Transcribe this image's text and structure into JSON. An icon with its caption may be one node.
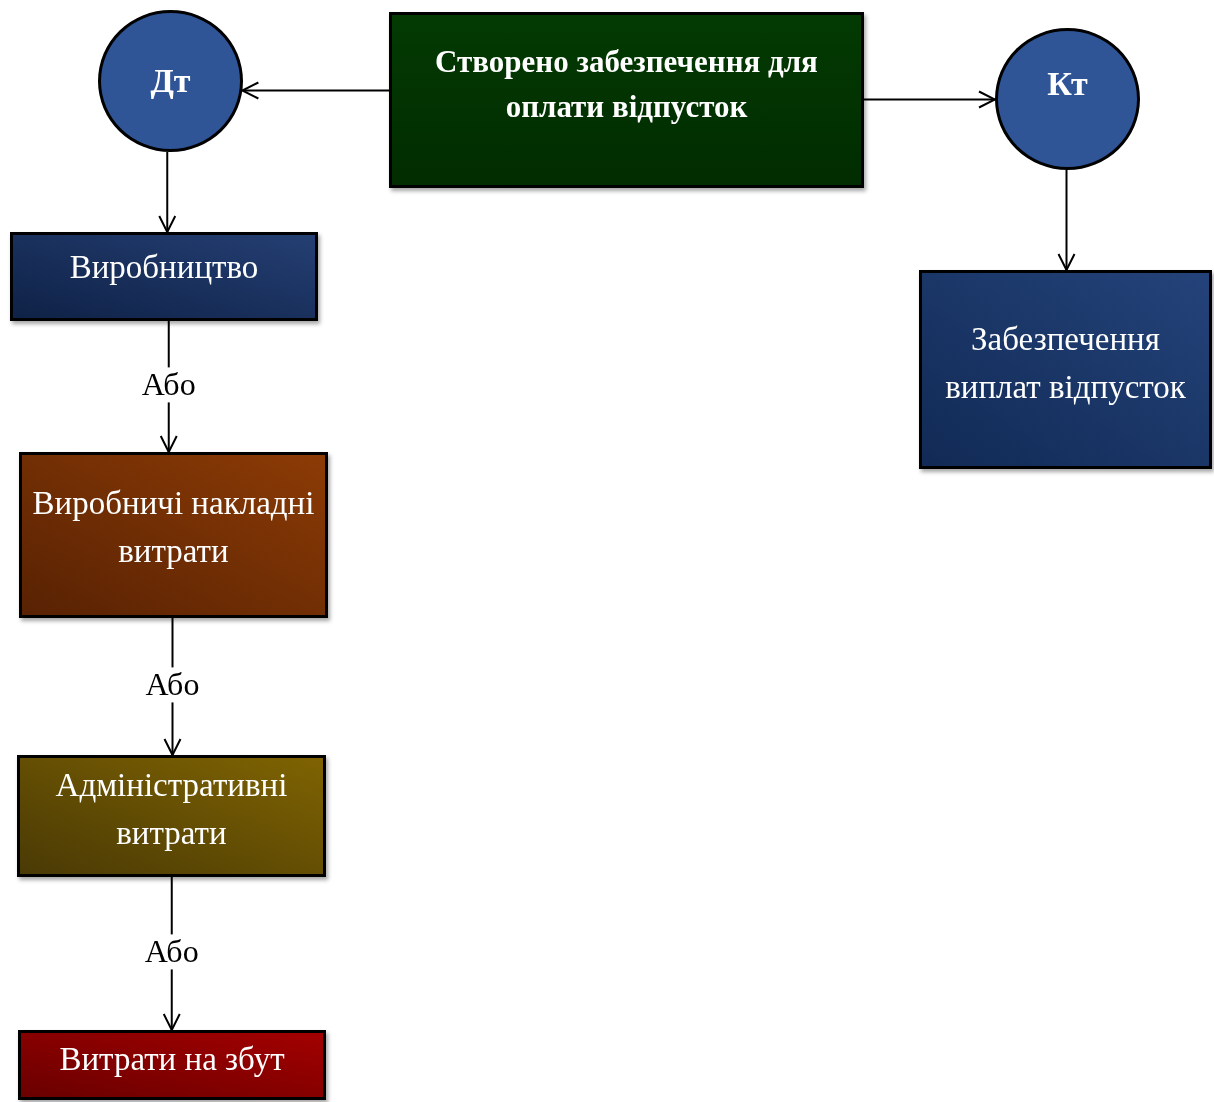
{
  "diagram": {
    "nodes": [
      {
        "text": [
          "Дт"
        ]
      },
      {
        "text": [
          "Створено забезпечення для оплати відпусток"
        ]
      },
      {
        "text": [
          "Кт"
        ]
      },
      {
        "text": [
          "Виробництво"
        ]
      },
      {
        "text": [
          "Виробничі накладні витрати"
        ]
      },
      {
        "text": [
          "Адміністративні витрати"
        ]
      },
      {
        "text": [
          "Витрати на збут"
        ]
      },
      {
        "text": [
          "Забезпечення виплат відпусток"
        ]
      }
    ],
    "edges": [
      {
        "from": 1,
        "to": 0,
        "arrow": "to"
      },
      {
        "from": 1,
        "to": 2,
        "arrow": "to"
      },
      {
        "from": 0,
        "to": 3,
        "arrow": "to"
      },
      {
        "from": 3,
        "to": 4,
        "arrow": "to",
        "label": "Або"
      },
      {
        "from": 4,
        "to": 5,
        "arrow": "to",
        "label": "Або"
      },
      {
        "from": 5,
        "to": 6,
        "arrow": "to",
        "label": "Або"
      },
      {
        "from": 2,
        "to": 7,
        "arrow": "to"
      }
    ]
  }
}
